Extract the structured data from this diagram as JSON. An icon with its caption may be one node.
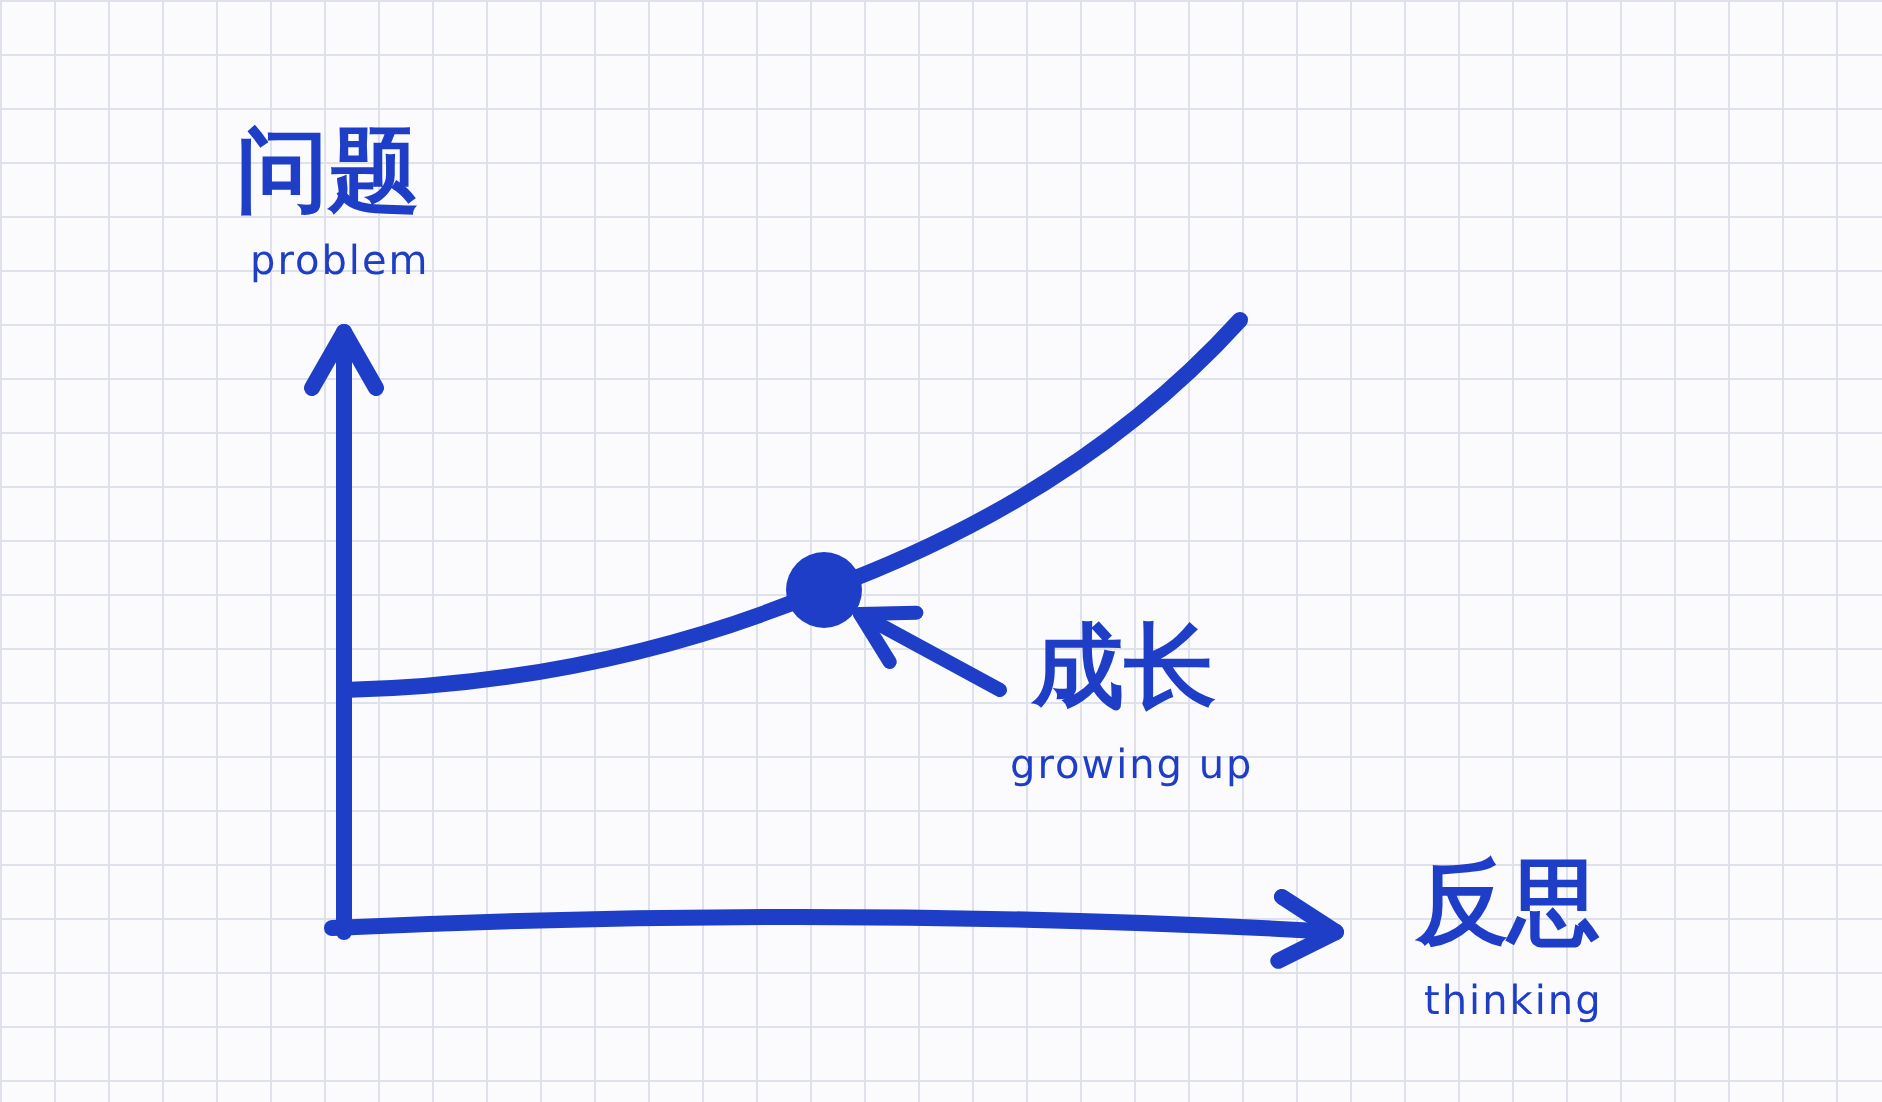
{
  "diagram": {
    "nodes": [
      {
        "text": [
          "成长",
          "growing up"
        ]
      },
      {
        "text": [],
        "shape": "circle"
      }
    ],
    "edges": [
      {
        "from": 0,
        "to": 1,
        "arrow": "to"
      }
    ],
    "labels": [
      "问题",
      "problem",
      "反思",
      "thinking"
    ]
  }
}
